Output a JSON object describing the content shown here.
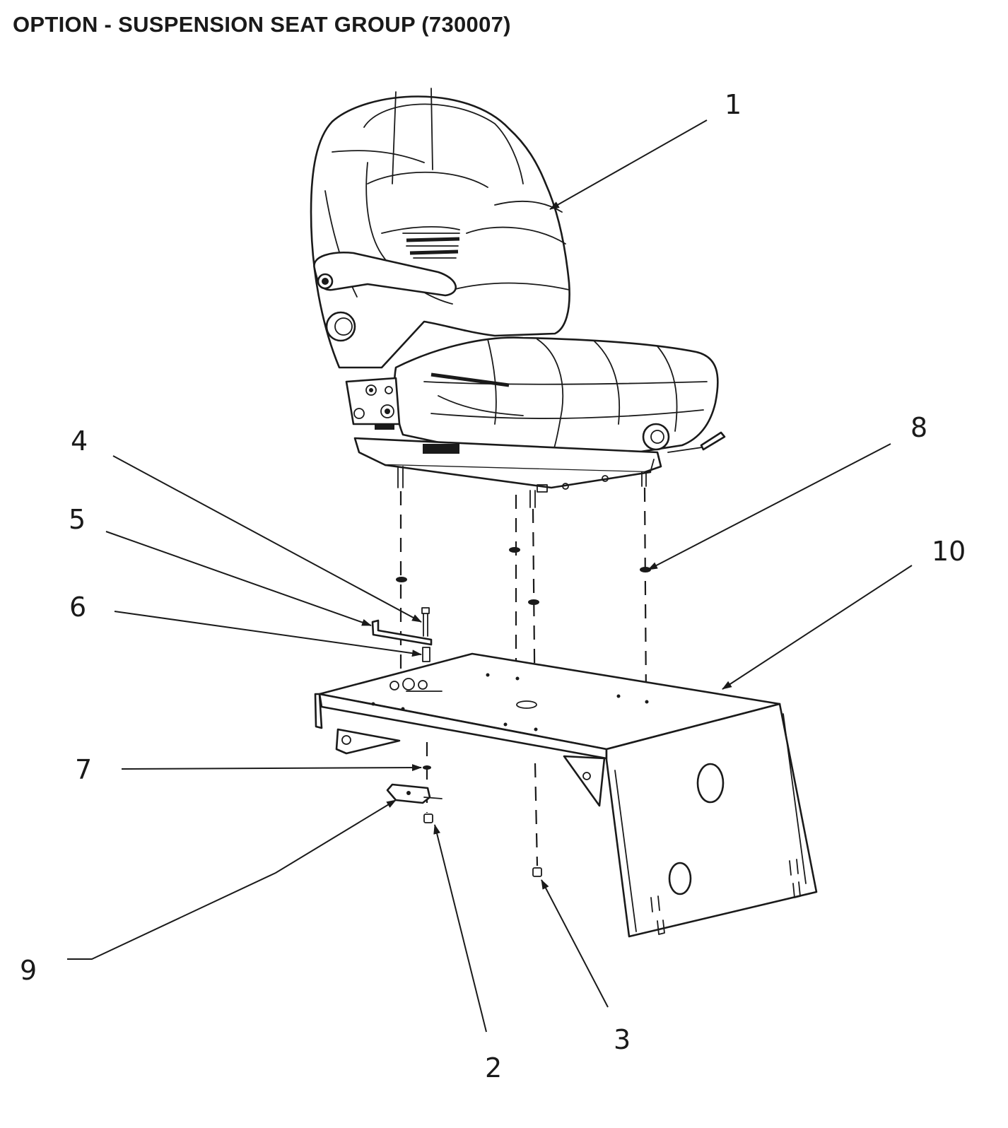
{
  "title": "OPTION - SUSPENSION SEAT GROUP (730007)",
  "callouts": [
    {
      "id": "1",
      "label": "1"
    },
    {
      "id": "2",
      "label": "2"
    },
    {
      "id": "3",
      "label": "3"
    },
    {
      "id": "4",
      "label": "4"
    },
    {
      "id": "5",
      "label": "5"
    },
    {
      "id": "6",
      "label": "6"
    },
    {
      "id": "7",
      "label": "7"
    },
    {
      "id": "8",
      "label": "8"
    },
    {
      "id": "9",
      "label": "9"
    },
    {
      "id": "10",
      "label": "10"
    }
  ]
}
